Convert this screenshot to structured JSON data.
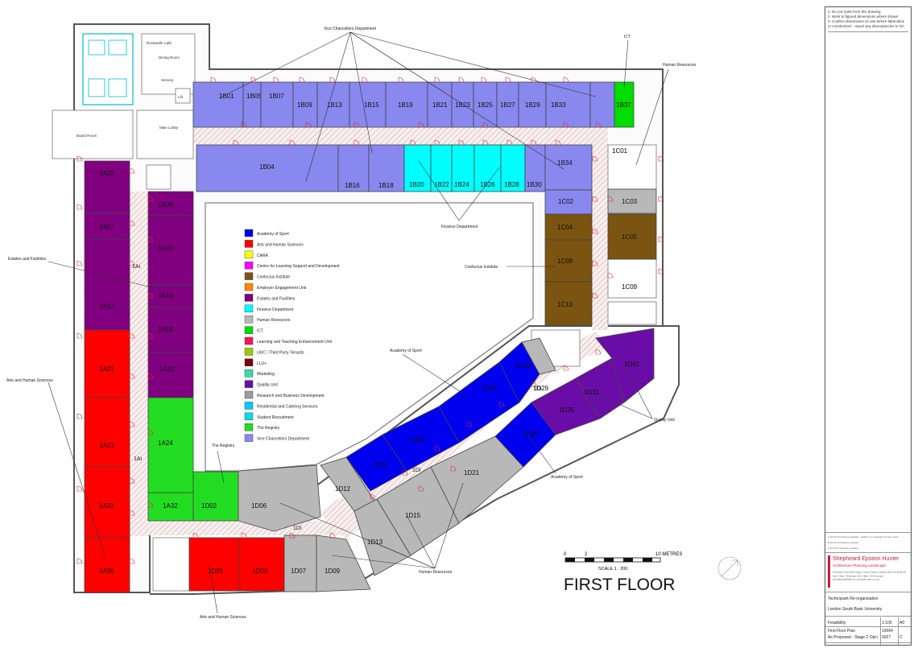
{
  "floor_title": "FIRST FLOOR",
  "scale": {
    "left": "0",
    "ticks": [
      "2",
      "10 METRES"
    ],
    "label": "SCALE 1 : 200"
  },
  "colors": {
    "academy_of_sport": "#0000ee",
    "arts_humanities": "#ff0000",
    "cara": "#ffff00",
    "learning_support": "#ff00ff",
    "confucius": "#7a5410",
    "employer": "#ff8800",
    "estates": "#800080",
    "finance": "#00ffff",
    "human_resources": "#b8b8b8",
    "ict": "#00dd00",
    "learning_teaching": "#ff1155",
    "lkic": "#99cc00",
    "llu": "#800000",
    "marketing": "#33ddaa",
    "quality": "#6a0da8",
    "research": "#9c9c9c",
    "residential": "#00ccff",
    "student_recruitment": "#00e0e0",
    "registry": "#22dd22",
    "vice_chancellors": "#8888ee",
    "corridor": "#f3f3f3",
    "wall": "#555555",
    "accent": "#c41e3a"
  },
  "legend": [
    {
      "label": "Academy of Sport",
      "color": "#0000ee"
    },
    {
      "label": "Arts and Human Sciences",
      "color": "#ff0000"
    },
    {
      "label": "CARA",
      "color": "#ffff00"
    },
    {
      "label": "Centre for Learning Support and Development",
      "color": "#ff00ff"
    },
    {
      "label": "Confucius Institute",
      "color": "#7a5410"
    },
    {
      "label": "Employer Engagement Unit",
      "color": "#ff8800"
    },
    {
      "label": "Estates and Facilities",
      "color": "#800080"
    },
    {
      "label": "Finance Department",
      "color": "#00ffff"
    },
    {
      "label": "Human Resources",
      "color": "#b8b8b8"
    },
    {
      "label": "ICT",
      "color": "#00dd00"
    },
    {
      "label": "Learning and Teaching Enhancement Unit",
      "color": "#ff1155"
    },
    {
      "label": "LKIC / Third Party Tenants",
      "color": "#99cc00"
    },
    {
      "label": "LLU+",
      "color": "#800000"
    },
    {
      "label": "Marketing",
      "color": "#33ddaa"
    },
    {
      "label": "Quality Unit",
      "color": "#6a0da8"
    },
    {
      "label": "Research and Business Development",
      "color": "#9c9c9c"
    },
    {
      "label": "Residential and Catering Services",
      "color": "#00ccff"
    },
    {
      "label": "Student Recruitment",
      "color": "#00e0e0"
    },
    {
      "label": "The Registry",
      "color": "#22dd22"
    },
    {
      "label": "Vice Chancellors Department",
      "color": "#8888ee"
    }
  ],
  "callouts": {
    "vice_chancellors": "Vice Chancellors Department",
    "ict": "ICT",
    "human_resources_top": "Human Resources",
    "finance": "Finance Department",
    "confucius": "Confucius Institute",
    "estates": "Estates and Facilities",
    "academy_mid": "Academy of Sport",
    "arts_left": "Arts and Human Sciences",
    "registry": "The Registry",
    "quality": "Quality Unit",
    "academy_right": "Academy of Sport",
    "human_resources_bottom": "Human Resources",
    "arts_bottom": "Arts and Human Sciences"
  },
  "small_labels": {
    "rockwells": "Rockwells Café",
    "dining": "Dining Room",
    "servery": "Servery",
    "board": "Board Room",
    "lobby": "Main Lobby",
    "lift": "Lift"
  },
  "corridor_labels": {
    "a_top": "1Ai",
    "a_bottom": "1Ai",
    "d_mid": "1Di",
    "d_bottom": "1Di",
    "d_upper": "1Di"
  },
  "rooms": {
    "1B01": "1B01",
    "1B05": "1B05",
    "1B07": "1B07",
    "1B09": "1B09",
    "1B13": "1B13",
    "1B15": "1B15",
    "1B19": "1B19",
    "1B21": "1B21",
    "1B23": "1B23",
    "1B25": "1B25",
    "1B27": "1B27",
    "1B29": "1B29",
    "1B33": "1B33",
    "1B37": "1B37",
    "1B04": "1B04",
    "1B16": "1B16",
    "1B18": "1B18",
    "1B20": "1B20",
    "1B22": "1B22",
    "1B24": "1B24",
    "1B26": "1B26",
    "1B28": "1B28",
    "1B30": "1B30",
    "1B34": "1B34",
    "1C01": "1C01",
    "1C02": "1C02",
    "1C03": "1C03",
    "1C04": "1C04",
    "1C05": "1C05",
    "1C08": "1C08",
    "1C09": "1C09",
    "1C10": "1C10",
    "1A03": "1A03",
    "1A06": "1A06",
    "1A07": "1A07",
    "1A10": "1A10",
    "1A13": "1A13",
    "1A14": "1A14",
    "1A18": "1A18",
    "1A21": "1A21",
    "1A22": "1A22",
    "1A23": "1A23",
    "1A24": "1A24",
    "1A31": "1A31",
    "1A32": "1A32",
    "1A36": "1A36",
    "1D01": "1D01",
    "1D02": "1D02",
    "1D03": "1D03",
    "1D06": "1D06",
    "1D07": "1D07",
    "1D09": "1D09",
    "1D12": "1D12",
    "1D13": "1D13",
    "1D14": "1D14",
    "1D15": "1D15",
    "1D20": "1D20",
    "1D21": "1D21",
    "1D26": "1D26",
    "1D27": "1D27",
    "1D28": "1D28",
    "1D29": "1D29",
    "1D31": "1D31",
    "1D35": "1D35",
    "1D41": "1D41"
  },
  "title_block": {
    "notes": [
      "1. Do not scale from this drawing",
      "2. Work to figured dimensions where shown",
      "3. Confirm dimensions on site before fabrication or construction - report any discrepancies to SA"
    ],
    "revisions": [
      "C  03.05.10 Drawing updated - addition of upgraded corridor areas",
      "B  20.04.10 Drawing updated",
      "A  15.03.10 Drawing updated"
    ],
    "firm_name": "Shepheard Epstein Hunter",
    "firm_tagline": "Architecture  Planning  Landscape",
    "firm_address": "Phoenix Yard 65 Kings Cross Road London WC1X 9LW  tel 020 7841 7500  fax 020 7841 7575  email architects@seh.co.uk  www.seh.co.uk",
    "project": "Technopark Re-organisation",
    "client": "London South Bank University",
    "status": "Feasibility",
    "scale_value": "1:100",
    "paper": "A0",
    "drawing_title": "First Floor Plan",
    "drawing_subtitle": "As Proposed - Stage 2 Opt.i",
    "job_number": "10064",
    "drawing_number": "0027",
    "revision": "C"
  }
}
